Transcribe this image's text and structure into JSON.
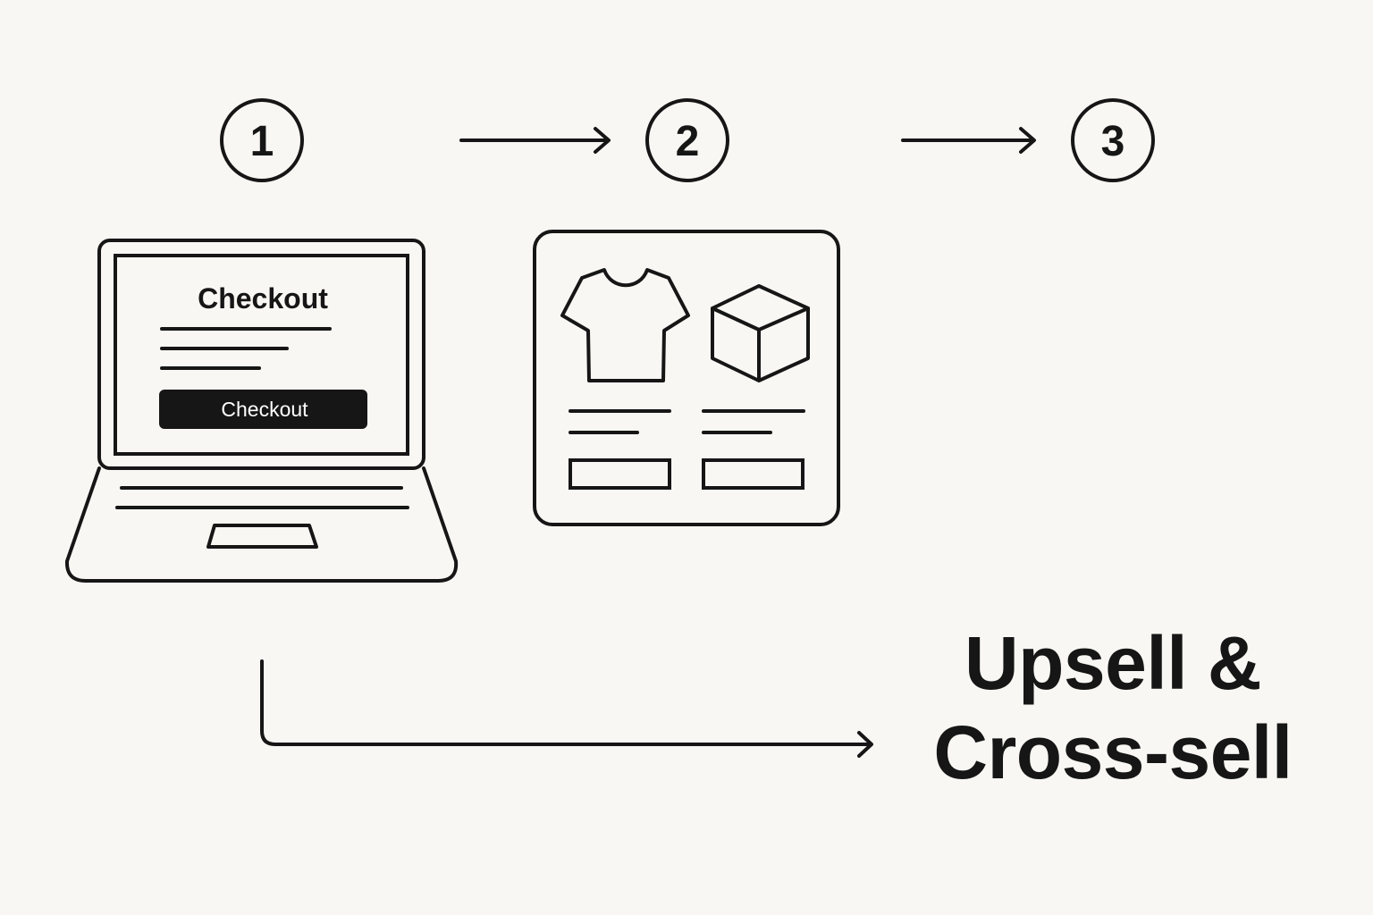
{
  "colors": {
    "background": "#f8f7f3",
    "ink": "#161616",
    "button_fill": "#161616",
    "button_text": "#ffffff"
  },
  "steps": [
    {
      "number": "1"
    },
    {
      "number": "2"
    },
    {
      "number": "3"
    }
  ],
  "laptop": {
    "screen_title": "Checkout",
    "button_label": "Checkout"
  },
  "product_card": {
    "items": [
      {
        "icon": "tshirt-icon"
      },
      {
        "icon": "box-icon"
      }
    ]
  },
  "title": {
    "line1": "Upsell &",
    "line2": "Cross-sell"
  }
}
